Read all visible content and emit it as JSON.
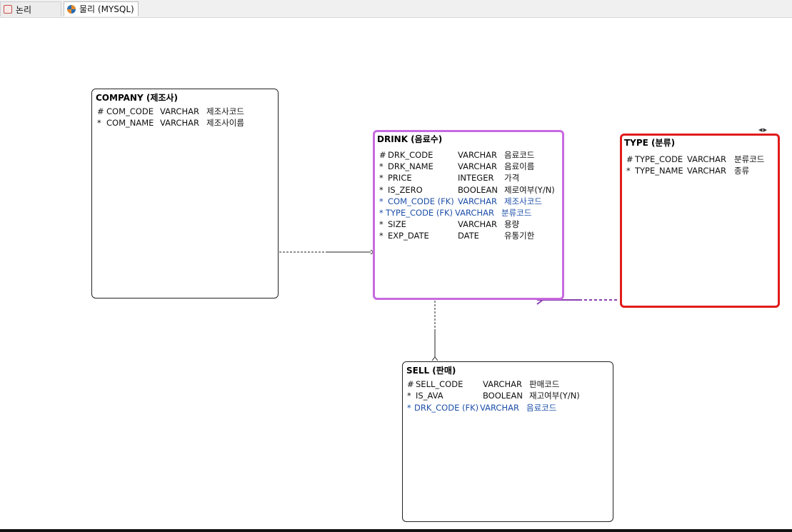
{
  "tabs": [
    {
      "label": "논리",
      "icon": "logical-model-icon"
    },
    {
      "label": "물리 (MYSQL)",
      "icon": "physical-model-icon"
    }
  ],
  "entities": {
    "company": {
      "title": "COMPANY (제조사)",
      "attributes": [
        {
          "mark": "#",
          "name": "COM_CODE",
          "type": "VARCHAR",
          "desc": "제조사코드"
        },
        {
          "mark": "*",
          "name": "COM_NAME",
          "type": "VARCHAR",
          "desc": "제조사이름"
        }
      ]
    },
    "drink": {
      "title": "DRINK (음료수)",
      "attributes": [
        {
          "mark": "#",
          "name": "DRK_CODE",
          "type": "VARCHAR",
          "desc": "음료코드"
        },
        {
          "mark": "*",
          "name": "DRK_NAME",
          "type": "VARCHAR",
          "desc": "음료이름"
        },
        {
          "mark": "*",
          "name": "PRICE",
          "type": "INTEGER",
          "desc": "가격"
        },
        {
          "mark": "*",
          "name": "IS_ZERO",
          "type": "BOOLEAN",
          "desc": "제로여부(Y/N)"
        },
        {
          "mark": "*",
          "name": "COM_CODE (FK)",
          "type": "VARCHAR",
          "desc": "제조사코드"
        },
        {
          "mark": "*",
          "name": "TYPE_CODE (FK)",
          "type": "VARCHAR",
          "desc": "분류코드"
        },
        {
          "mark": "*",
          "name": "SIZE",
          "type": "VARCHAR",
          "desc": "용량"
        },
        {
          "mark": "*",
          "name": "EXP_DATE",
          "type": "DATE",
          "desc": "유통기한"
        }
      ]
    },
    "type": {
      "title": "TYPE (분류)",
      "attributes": [
        {
          "mark": "#",
          "name": "TYPE_CODE",
          "type": "VARCHAR",
          "desc": "분류코드"
        },
        {
          "mark": "*",
          "name": "TYPE_NAME",
          "type": "VARCHAR",
          "desc": "종류"
        }
      ]
    },
    "sell": {
      "title": "SELL (판매)",
      "attributes": [
        {
          "mark": "#",
          "name": "SELL_CODE",
          "type": "VARCHAR",
          "desc": "판매코드"
        },
        {
          "mark": "*",
          "name": "IS_AVA",
          "type": "BOOLEAN",
          "desc": "재고여부(Y/N)"
        },
        {
          "mark": "*",
          "name": "DRK_CODE (FK)",
          "type": "VARCHAR",
          "desc": "음료코드"
        }
      ]
    }
  },
  "colors": {
    "selected_entity_border": "#c86ae0",
    "highlight_entity_border": "#e01b1b",
    "fk_text": "#1d4fa8"
  }
}
